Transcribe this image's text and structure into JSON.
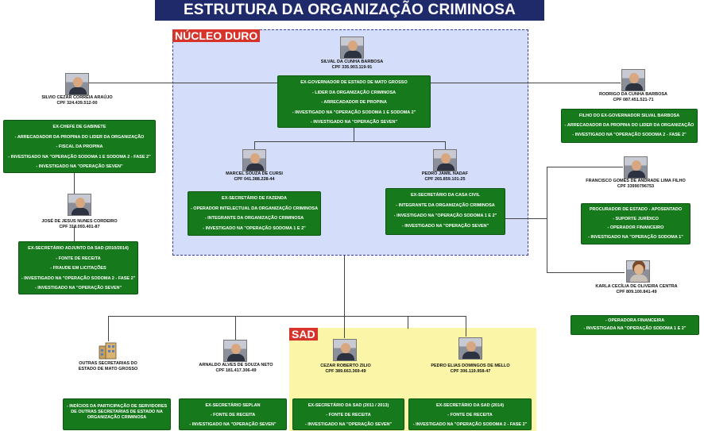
{
  "title": "ESTRUTURA DA ORGANIZAÇÃO CRIMINOSA",
  "groups": {
    "nucleo": "NÚCLEO DURO",
    "sad": "SAD"
  },
  "nodes": {
    "silval": {
      "name": "SILVAL DA CUNHA BARBOSA",
      "cpf": "CPF 335.903.119-91",
      "lines": [
        "EX-GOVERNADOR DE ESTADO DE MATO GROSSO",
        "- LIDER DA ORGANIZAÇÃO CRIMINOSA",
        "- ARRECADADOR DE PROPINA",
        "- INVESTIGADO NA \"OPERAÇÃO SODOMA 1 E SODOMA 2\"",
        "- INVESTIGADO NA \"OPERAÇÃO SEVEN\""
      ]
    },
    "silvio": {
      "name": "SILVIO CEZAR CORREIA ARAÚJO",
      "cpf": "CPF 324.439.512-00",
      "lines": [
        "EX-CHEFE DE GABINETE",
        "- ARRECADADOR DA PROPINA DO LIDER DA ORGANIZAÇÃO",
        "- FISCAL DA PROPINA",
        "- INVESTIGADO NA \"OPERAÇÃO SODOMA 1 E SODOMA 2 - FASE 2\"",
        "- INVESTIGADO NA \"OPERAÇÃO SEVEN\""
      ]
    },
    "rodrigo": {
      "name": "RODRIGO DA CUNHA BARBOSA",
      "cpf": "CPF 087.451.521-71",
      "lines": [
        "FILHO DO EX-GOVERNADOR SILVAL BARBOSA",
        "- ARRECADADOR DA PROPINA DO LIDER DA ORGANIZAÇÃO",
        "- INVESTIGADO NA \"OPERAÇÃO SODOMA 2 - FASE 2\""
      ]
    },
    "marcel": {
      "name": "MARCEL SOUZA DE CURSI",
      "cpf": "CPF 041.388.228-44",
      "lines": [
        "EX-SECRETÁRIO DE FAZENDA",
        "- OPERADOR INTELECTUAL DA ORGANIZAÇÃO CRIMINOSA",
        "- INTEGRANTE DA ORGANIZAÇÃO CRIMINOSA",
        "- INVESTIGADO NA \"OPERAÇÃO SODOMA 1 E 2\""
      ]
    },
    "pedro_nadaf": {
      "name": "PEDRO JAMIL NADAF",
      "cpf": "CPF 265.859.101-25",
      "lines": [
        "EX-SECRETÁRIO DA CASA CIVIL",
        "- INTEGRANTE DA ORGANIZAÇÃO CRIMINOSA",
        "- INVESTIGADO NA \"OPERAÇÃO SODOMA 1 E 2\"",
        "- INVESTIGADO NA \"OPERAÇÃO SEVEN\""
      ]
    },
    "francisco": {
      "name": "FRANCISCO GOMES DE ANDRADE LIMA FILHO",
      "cpf": "CPF 33990796753",
      "lines": [
        "PROCURADOR DE ESTADO - APOSENTADO",
        "- SUPORTE JURÍDICO",
        "- OPERADOR FINANCEIRO",
        "- INVESTIGADO NA \"OPERAÇÃO SODOMA 1\""
      ]
    },
    "jose": {
      "name": "JOSÉ DE JESUS NUNES CORDEIRO",
      "cpf": "CPF 318.093.401-87",
      "lines": [
        "EX-SECRETÁRIO ADJUNTO DA SAD (2010/2014)",
        "- FONTE DE RECEITA",
        "- FRAUDE EM LICITAÇÕES",
        "- INVESTIGADO NA \"OPERAÇÃO SODOMA 2 - FASE 2\"",
        "- INVESTIGADO NA \"OPERAÇÃO SEVEN\""
      ]
    },
    "karla": {
      "name": "KARLA CECÍLIA DE OLIVEIRA CENTRA",
      "cpf": "CPF 809.100.841-49",
      "lines": [
        "- OPERADORA FINANCEIRA",
        "- INVESTIGADA NA \"OPERAÇÃO SODOMA 1 E 2\""
      ]
    },
    "outras": {
      "name": "OUTRAS SECRETARIAS DO",
      "cpf": "ESTADO DE MATO GROSSO",
      "lines": [
        "- INDÍCIOS DA PARTICIPAÇÃO DE SERVIDORES",
        "DE OUTRAS SECRETARIAS DE ESTADO NA",
        "ORGANIZAÇÃO CRIMINOSA"
      ]
    },
    "arnaldo": {
      "name": "ARNALDO ALVES DE SOUZA NETO",
      "cpf": "CPF 181.417.306-49",
      "lines": [
        "EX-SECRETÁRIO SEPLAN",
        "- FONTE DE RECEITA",
        "- INVESTIGADO NA \"OPERAÇÃO SEVEN\""
      ]
    },
    "cezar": {
      "name": "CEZAR ROBERTO ZILIO",
      "cpf": "CPF 389.663.369-49",
      "lines": [
        "EX-SECRETÁRIO DA SAD (2011 / 2013)",
        "- FONTE DE RECEITA",
        "- INVESTIGADO NA \"OPERAÇÃO SEVEN\""
      ]
    },
    "pedro_mello": {
      "name": "PEDRO ELIAS DOMINGOS DE MELLO",
      "cpf": "CPF 306.119.958-47",
      "lines": [
        "EX-SECRETÁRIO DA SAD (2014)",
        "- FONTE DE RECEITA",
        "- INVESTIGADO NA \"OPERAÇÃO SODOMA 2 - FASE 2\""
      ]
    }
  }
}
